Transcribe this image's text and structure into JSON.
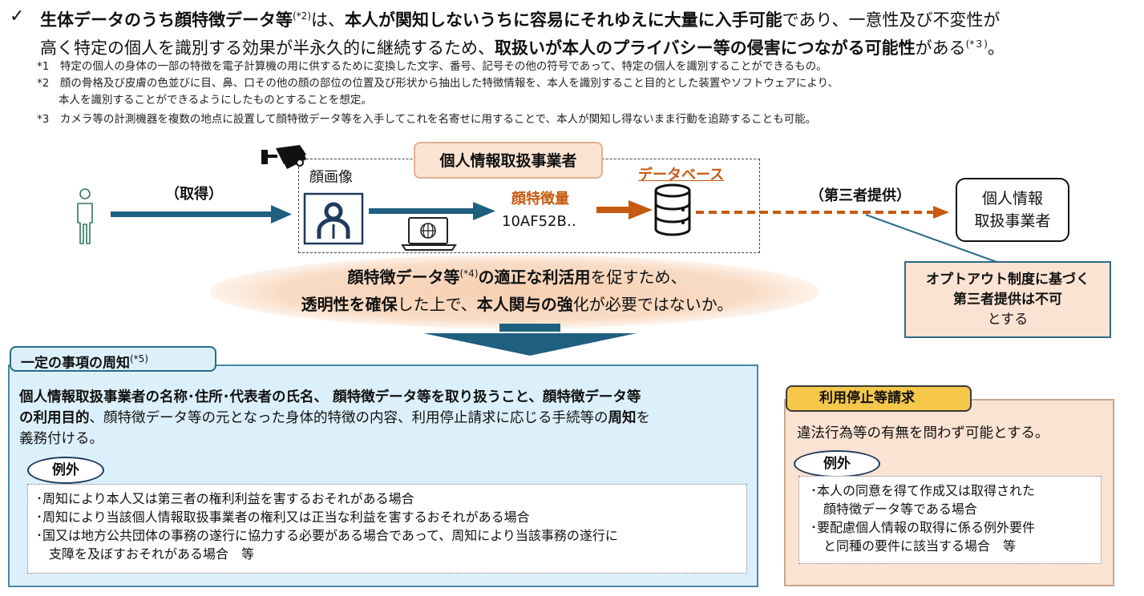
{
  "lead": {
    "check": "✓",
    "l1_p1": "生体データのうち顔特徴データ等",
    "l1_sup": "(*2)",
    "l1_p2": "は、",
    "l1_p3": "本人が関知しないうちに容易にそれゆえに大量に入手可能",
    "l1_p4": "であり、一意性及び不変性が",
    "l2_p1": "高く特定の個人を識別する効果が半永久的に継続するため、",
    "l2_p2": "取扱いが本人のプライバシー等の侵害につながる可能性",
    "l2_p3": "がある",
    "l2_sup": "(*３)",
    "l2_p4": "。"
  },
  "notes": [
    "*1　特定の個人の身体の一部の特徴を電子計算機の用に供するために変換した文字、番号、記号その他の符号であって、特定の個人を識別することができるもの。",
    "*2　顔の骨格及び皮膚の色並びに目、鼻、口その他の顔の部位の位置及び形状から抽出した特徴情報を、本人を識別すること目的とした装置やソフトウェアにより、",
    "　　本人を識別することができるようにしたものとすることを想定。",
    "*3　カメラ等の計測機器を複数の地点に設置して顔特徴データ等を入手してこれを名寄せに用することで、本人が関知し得ないまま行動を追跡することも可能。"
  ],
  "diagram": {
    "acquire": "（取得）",
    "face_image": "顔画像",
    "business": "個人情報取扱事業者",
    "database": "データベース",
    "feature": "顔特徴量",
    "feature_code": "10AF52B‥",
    "third_party": "（第三者提供）",
    "recipient_l1": "個人情報",
    "recipient_l2": "取扱事業者",
    "ell_l1_p1": "顔特徴データ等",
    "ell_l1_sup": "(*4)",
    "ell_l1_p2": "の適正な利活用",
    "ell_l1_p3": "を促すため、",
    "ell_l2_p1": "透明性を確保",
    "ell_l2_p2": "した上で、",
    "ell_l2_p3": "本人関与の強",
    "ell_l2_p4": "化が必要ではないか。",
    "optout_l1": "オプトアウト制度に基づく",
    "optout_l2": "第三者提供は不可",
    "optout_l3": "とする"
  },
  "left_panel": {
    "tab": "一定の事項の周知",
    "tab_sup": "(*5)",
    "b1": "個人情報取扱事業者の名称･住所･代表者の氏名、 顔特徴データ等を取り扱うこと、顔特徴データ等",
    "b2a": "の利用目的",
    "b2b": "、顔特徴データ等の元となった身体的特徴の内容、利用停止請求に応じる手続等の",
    "b2c": "周知",
    "b2d": "を",
    "b3": "義務付ける。",
    "exception": "例外",
    "items": [
      "･周知により本人又は第三者の権利利益を害するおそれがある場合",
      "･周知により当該個人情報取扱事業者の権利又は正当な利益を害するおそれがある場合",
      "･国又は地方公共団体の事務の遂行に協力する必要がある場合であって、周知により当該事務の遂行に",
      "　支障を及ぼすおそれがある場合　等"
    ]
  },
  "right_panel": {
    "tab": "利用停止等請求",
    "body": "違法行為等の有無を問わず可能とする。",
    "exception": "例外",
    "items": [
      "･本人の同意を得て作成又は取得された",
      "　顔特徴データ等である場合",
      "･要配慮個人情報の取得に係る例外要件",
      "　と同種の要件に該当する場合　等"
    ]
  },
  "colors": {
    "navy_arrow": "#1f5f80",
    "orange_arrow": "#c55a11",
    "panel_blue": "#dcf0fb",
    "panel_peach": "#fbe3d3",
    "tab_yellow": "#f5c74a"
  }
}
